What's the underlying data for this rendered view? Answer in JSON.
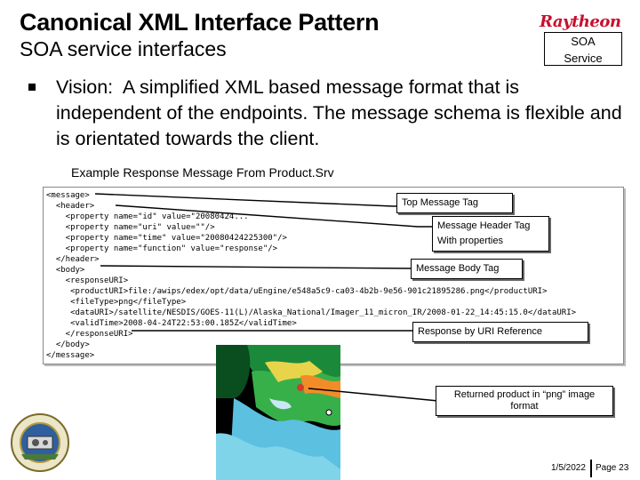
{
  "header": {
    "title": "Canonical XML Interface Pattern",
    "subtitle": "SOA service interfaces",
    "logo_text": "Raytheon",
    "soa_box": [
      "SOA",
      "Service"
    ]
  },
  "vision": {
    "label": "Vision:",
    "text": "A simplified XML based message format that is independent of the endpoints.  The message schema is flexible and is orientated towards the client."
  },
  "example_label": "Example Response Message From Product.Srv",
  "xml_lines": [
    "<message>",
    "  <header>",
    "    <property name=\"id\" value=\"20080424...",
    "    <property name=\"uri\" value=\"\"/>",
    "    <property name=\"time\" value=\"20080424225300\"/>",
    "    <property name=\"function\" value=\"response\"/>",
    "  </header>",
    "  <body>",
    "    <responseURI>",
    "     <productURI>file:/awips/edex/opt/data/uEngine/e548a5c9-ca03-4b2b-9e56-901c21895286.png</productURI>",
    "     <fileType>png</fileType>",
    "     <dataURI>/satellite/NESDIS/GOES-11(L)/Alaska_National/Imager_11_micron_IR/2008-01-22_14:45:15.0</dataURI>",
    "     <validTime>2008-04-24T22:53:00.185Z</validTime>",
    "    </responseURI>",
    "  </body>",
    "</message>"
  ],
  "callouts": {
    "top_message": "Top Message Tag",
    "header_line1": "Message Header Tag",
    "header_line2": "With properties",
    "body": "Message Body Tag",
    "uri": "Response by URI Reference",
    "png": "Returned product in “png” image format"
  },
  "footer": {
    "date": "1/5/2022",
    "page": "Page 23"
  },
  "colors": {
    "logo": "#c8102e"
  }
}
